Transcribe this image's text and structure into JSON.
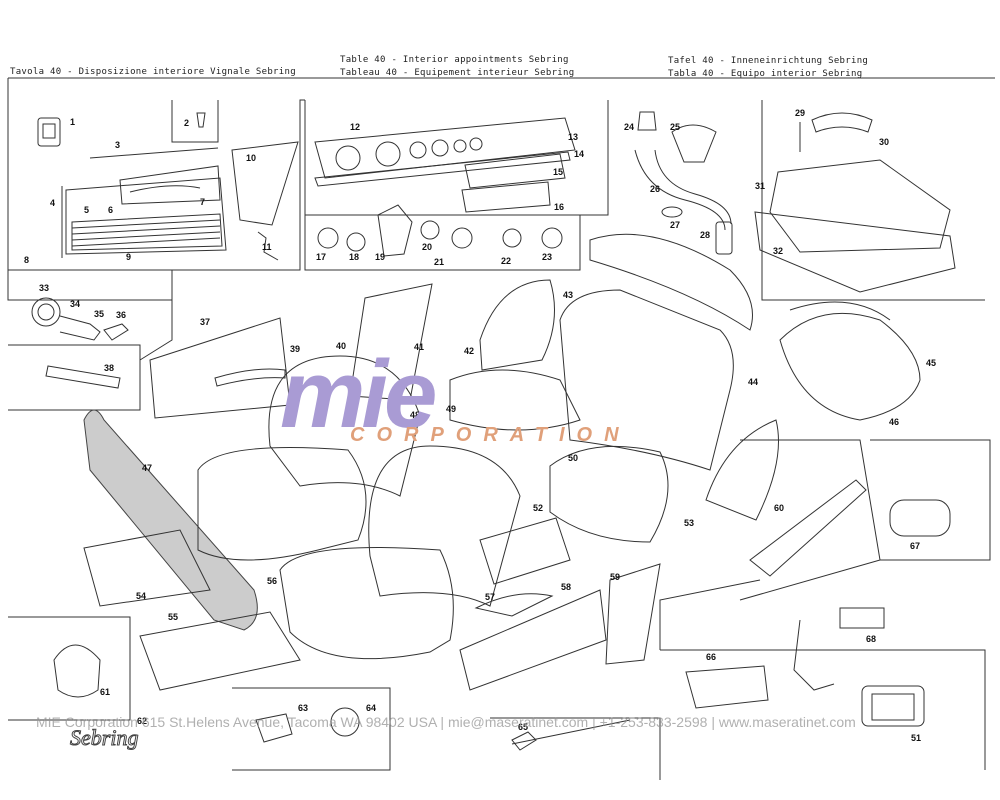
{
  "header": {
    "it": "Tavola   40 - Disposizione interiore Vignale Sebring",
    "en": "Table    40 - Interior appointments Sebring",
    "fr": "Tableau  40 - Equipement interieur Sebring",
    "de": "Tafel    40 - Inneneinrichtung Sebring",
    "es": "Tabla    40 - Equipo interior Sebring"
  },
  "parts": [
    "1",
    "2",
    "3",
    "4",
    "5",
    "6",
    "7",
    "8",
    "9",
    "10",
    "11",
    "12",
    "13",
    "14",
    "15",
    "16",
    "17",
    "18",
    "19",
    "20",
    "21",
    "22",
    "23",
    "24",
    "25",
    "26",
    "27",
    "28",
    "29",
    "30",
    "31",
    "32",
    "33",
    "34",
    "35",
    "36",
    "37",
    "38",
    "39",
    "40",
    "41",
    "42",
    "43",
    "44",
    "45",
    "46",
    "47",
    "48",
    "49",
    "50",
    "51",
    "52",
    "53",
    "54",
    "55",
    "56",
    "57",
    "58",
    "59",
    "60",
    "61",
    "62",
    "63",
    "64",
    "65",
    "66",
    "67",
    "68"
  ],
  "watermark": {
    "logo": "mie",
    "tagline": "CORPORATION",
    "color": "#a99bd4",
    "tagline_color": "#e0a07a"
  },
  "script_logo": "Sebring",
  "footer": "MIE Corporation   615 St.Helens Avenue, Tacoma WA  98402 USA  |  mie@maseratinet.com  |  +1-253-833-2598  |  www.maseratinet.com"
}
